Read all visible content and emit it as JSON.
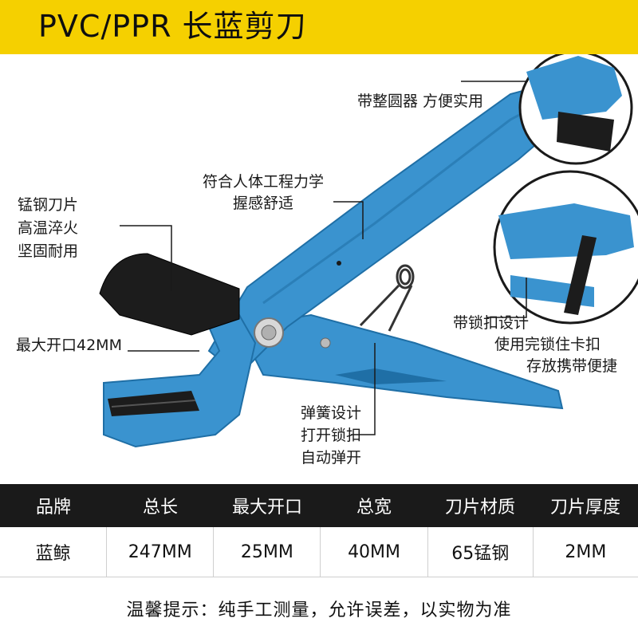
{
  "title": "PVC/PPR 长蓝剪刀",
  "annotations": {
    "rounder": "带整圆器  方便实用",
    "ergonomic_line1": "符合人体工程力学",
    "ergonomic_line2": "握感舒适",
    "blade_line1": "锰钢刀片",
    "blade_line2": "高温淬火",
    "blade_line3": "坚固耐用",
    "max_open": "最大开口42MM",
    "lock_line1": "带锁扣设计",
    "lock_line2": "使用完锁住卡扣",
    "lock_line3": "存放携带便捷",
    "spring_line1": "弹簧设计",
    "spring_line2": "打开锁扣",
    "spring_line3": "自动弹开"
  },
  "specs": {
    "headers": [
      "品牌",
      "总长",
      "最大开口",
      "总宽",
      "刀片材质",
      "刀片厚度"
    ],
    "values": [
      "蓝鲸",
      "247MM",
      "25MM",
      "40MM",
      "65锰钢",
      "2MM"
    ]
  },
  "note": "温馨提示：纯手工测量，允许误差，以实物为准",
  "colors": {
    "title_bar": "#f5d000",
    "tool_blue": "#3a93cf",
    "tool_blue_dark": "#1f6fa6",
    "blade_black": "#1c1c1c",
    "table_header": "#1a1a1a"
  }
}
